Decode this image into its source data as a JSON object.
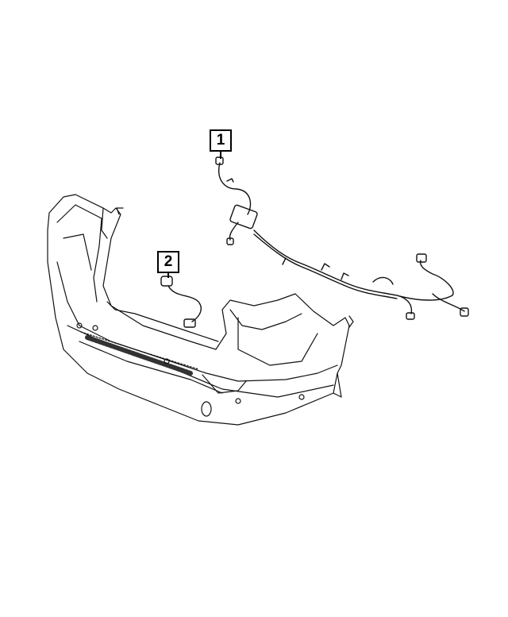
{
  "diagram": {
    "callouts": [
      {
        "label": "1",
        "part": "wiring-harness"
      },
      {
        "label": "2",
        "part": "jumper-wiring"
      }
    ],
    "line_color": "#000000",
    "background": "#ffffff"
  }
}
